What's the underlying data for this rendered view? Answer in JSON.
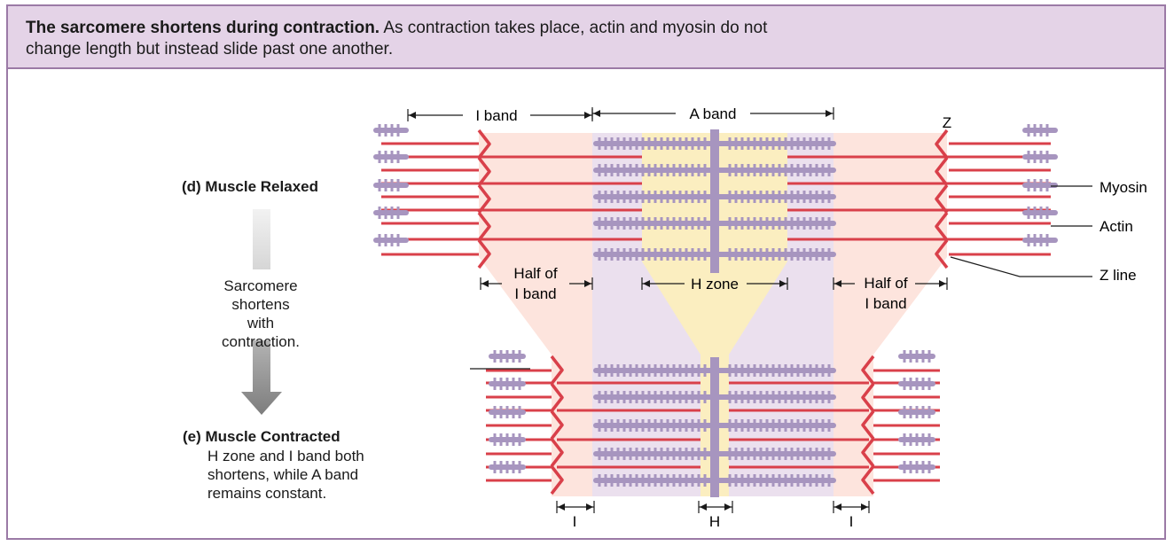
{
  "caption": {
    "bold": "The sarcomere shortens during contraction.",
    "text": " As contraction takes place, actin and myosin do not change length but instead slide past one another."
  },
  "panel_d": {
    "title": "(d) Muscle Relaxed"
  },
  "arrow_note": {
    "line1": "Sarcomere",
    "line2": "shortens with",
    "line3": "contraction."
  },
  "panel_e": {
    "title": "(e) Muscle Contracted",
    "line1": "H zone and I band both",
    "line2": "shortens, while A band",
    "line3": "remains constant."
  },
  "labels": {
    "i_band": "I band",
    "a_band": "A band",
    "z": "Z",
    "myosin": "Myosin",
    "actin": "Actin",
    "z_line": "Z line",
    "half_of": "Half of",
    "i_band_short": "I band",
    "h_zone": "H zone",
    "i": "I",
    "h": "H"
  },
  "colors": {
    "actin": "#d9404a",
    "myosin": "#a795bf",
    "i_band_shade": "#fde4dd",
    "a_band_shade": "#ebe0ee",
    "h_zone_shade": "#fbeec0",
    "header_bg": "#e4d3e7",
    "border": "#9b7aa6",
    "arrow": "#8c8c8c"
  }
}
